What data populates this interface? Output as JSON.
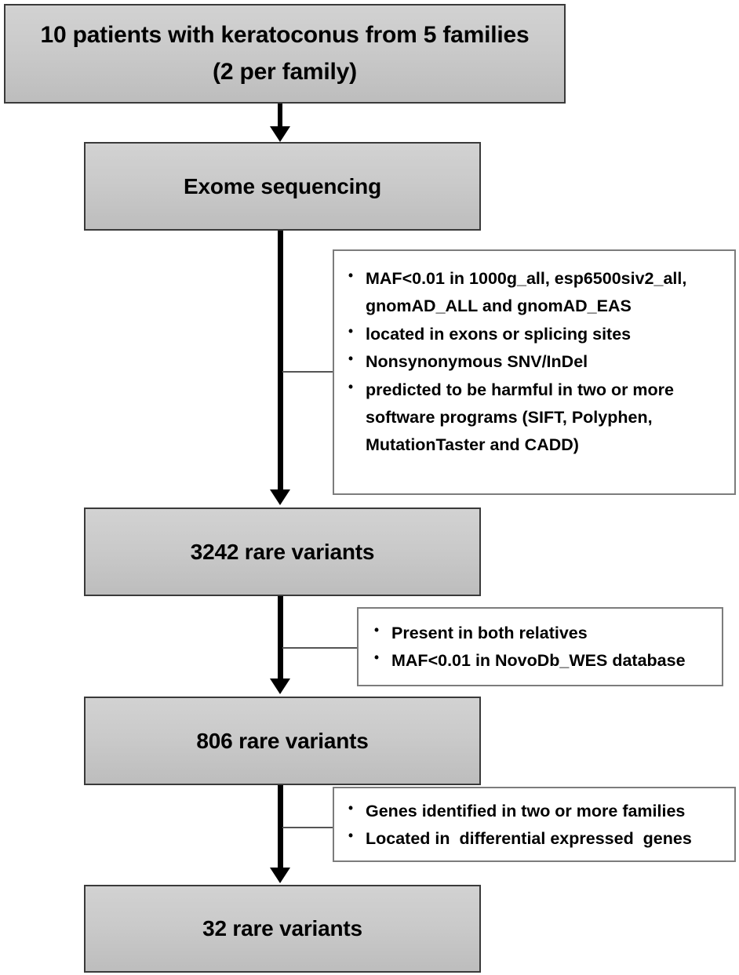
{
  "diagram": {
    "title": "Keratoconus exome sequencing variant filtering flowchart",
    "colors": {
      "process_fill": "#cacaca",
      "process_border": "#3a3a3a",
      "criteria_border": "#7c7c7c",
      "arrow": "#000000",
      "text": "#000000",
      "background": "#ffffff"
    },
    "nodes": [
      {
        "id": "cohort",
        "type": "process",
        "lines": [
          "10 patients with keratoconus from 5 families",
          "(2 per family)"
        ]
      },
      {
        "id": "exome",
        "type": "process",
        "lines": [
          "Exome sequencing"
        ]
      },
      {
        "id": "variants-3242",
        "type": "process",
        "lines": [
          "3242 rare variants"
        ],
        "count": 3242
      },
      {
        "id": "variants-806",
        "type": "process",
        "lines": [
          "806 rare variants"
        ],
        "count": 806
      },
      {
        "id": "variants-32",
        "type": "process",
        "lines": [
          "32 rare variants"
        ],
        "count": 32
      }
    ],
    "criteria": [
      {
        "id": "filter-1",
        "items": [
          "MAF<0.01 in 1000g_all, esp6500siv2_all, gnomAD_ALL and gnomAD_EAS",
          "located in exons or splicing sites",
          "Nonsynonymous SNV/InDel",
          "predicted to be harmful in two or more software programs (SIFT, Polyphen, MutationTaster and CADD)"
        ]
      },
      {
        "id": "filter-2",
        "items": [
          "Present in both relatives",
          "MAF<0.01 in NovoDb_WES database"
        ]
      },
      {
        "id": "filter-3",
        "items": [
          "Genes identified in two or more families",
          "Located in  differential expressed  genes"
        ]
      }
    ]
  }
}
